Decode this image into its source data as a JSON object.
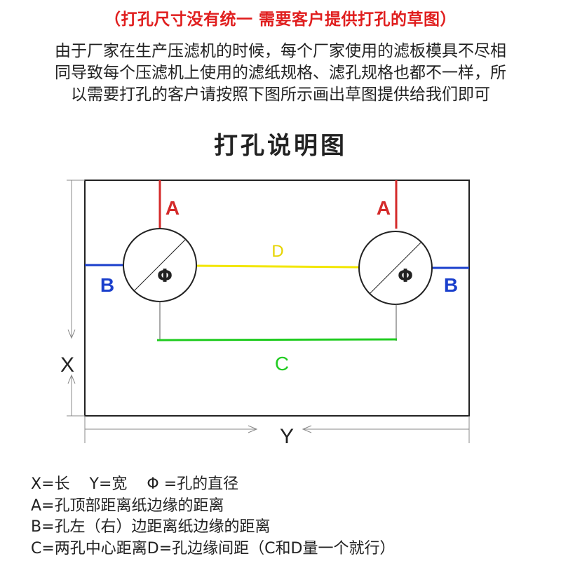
{
  "notice": "（打孔尺寸没有统一 需要客户提供打孔的草图）",
  "intro_lines": [
    "由于厂家在生产压滤机的时候，每个厂家使用的滤板模具不尽相",
    "同导致每个压滤机上使用的滤纸规格、滤孔规格也都不一样，所",
    "以需要打孔的客户请按照下图所示画出草图提供给我们即可"
  ],
  "diagram_title": "打孔说明图",
  "diagram": {
    "labels": {
      "a_left": "A",
      "a_right": "A",
      "b_left": "B",
      "b_right": "B",
      "d": "D",
      "c": "C",
      "phi_left": "Φ",
      "phi_right": "Φ",
      "x": "X",
      "y": "Y"
    },
    "colors": {
      "notice": "#e01e1e",
      "a_line": "#d42a2a",
      "b_line": "#1a3fcc",
      "d_line": "#f2e600",
      "d_text": "#e6d400",
      "c_line": "#22cc22",
      "c_text": "#22cc22",
      "outline": "#222222",
      "dimension": "#888888"
    }
  },
  "legend": {
    "x_def": "X=长",
    "y_def": "Y=宽",
    "phi_def": "Φ =孔的直径",
    "a_def": "A=孔顶部距离纸边缘的距离",
    "b_def": "B=孔左（右）边距离纸边缘的距离",
    "c_def": "C=两孔中心距离D=孔边缘间距（C和D量一个就行）"
  }
}
